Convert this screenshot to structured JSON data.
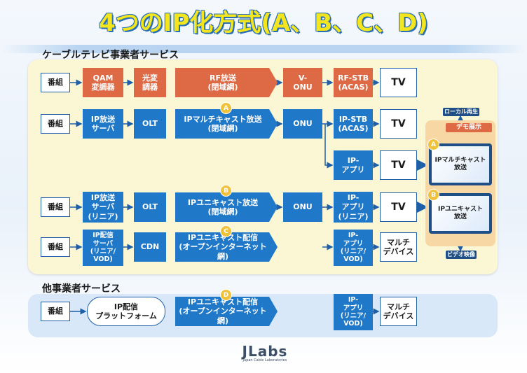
{
  "title": "4つのIP化方式(A、B、C、D)",
  "sections": {
    "cable": "ケーブルテレビ事業者サービス",
    "other": "他事業者サービス"
  },
  "row1": {
    "src": "番組",
    "mod": "QAM\n変調器",
    "opt": "光変\n調器",
    "net": "RF放送\n(閉域網)",
    "onu": "V-\nONU",
    "stb": "RF-STB\n(ACAS)",
    "tv": "TV"
  },
  "row2": {
    "src": "番組",
    "server": "IP放送\nサーバ",
    "olt": "OLT",
    "net": "IPマルチキャスト放送\n(閉域網)",
    "onu": "ONU",
    "stb": "IP-STB\n(ACAS)",
    "tv": "TV",
    "app": "IP-\nアプリ",
    "tv2": "TV"
  },
  "row3": {
    "src": "番組",
    "server": "IP放送\nサーバ\n(リニア)",
    "olt": "OLT",
    "net": "IPユニキャスト放送\n(閉域網)",
    "onu": "ONU",
    "app": "IP-\nアプリ\n(リニア)",
    "tv": "TV"
  },
  "row4": {
    "src": "番組",
    "server": "IP配信\nサーバ\n(リニア/\nVOD)",
    "cdn": "CDN",
    "net": "IPユニキャスト配信\n(オープンインターネット網)",
    "app": "IP-\nアプリ\n(リニア/\nVOD)",
    "device": "マルチ\nデバイス"
  },
  "row5": {
    "src": "番組",
    "platform": "IP配信\nプラットフォーム",
    "net": "IPユニキャスト配信\n(オープンインターネット網)",
    "app": "IP-\nアプリ\n(リニア/\nVOD)",
    "device": "マルチ\nデバイス"
  },
  "markers": {
    "a": "A",
    "b": "B",
    "c": "C",
    "d": "D"
  },
  "demo": {
    "label": "デモ展示",
    "local": "ローカル再生",
    "tv_multicast": "IPマルチキャスト\n放送",
    "tv_unicast": "IPユニキャスト\n放送",
    "video": "ビデオ映像"
  },
  "logo": {
    "name": "JLabs",
    "sub": "Japan Cable Laboratories"
  },
  "colors": {
    "blue": "#1f78c8",
    "orange": "#de6a45",
    "title": "#f3e61f",
    "marker": "#f0c23a"
  }
}
